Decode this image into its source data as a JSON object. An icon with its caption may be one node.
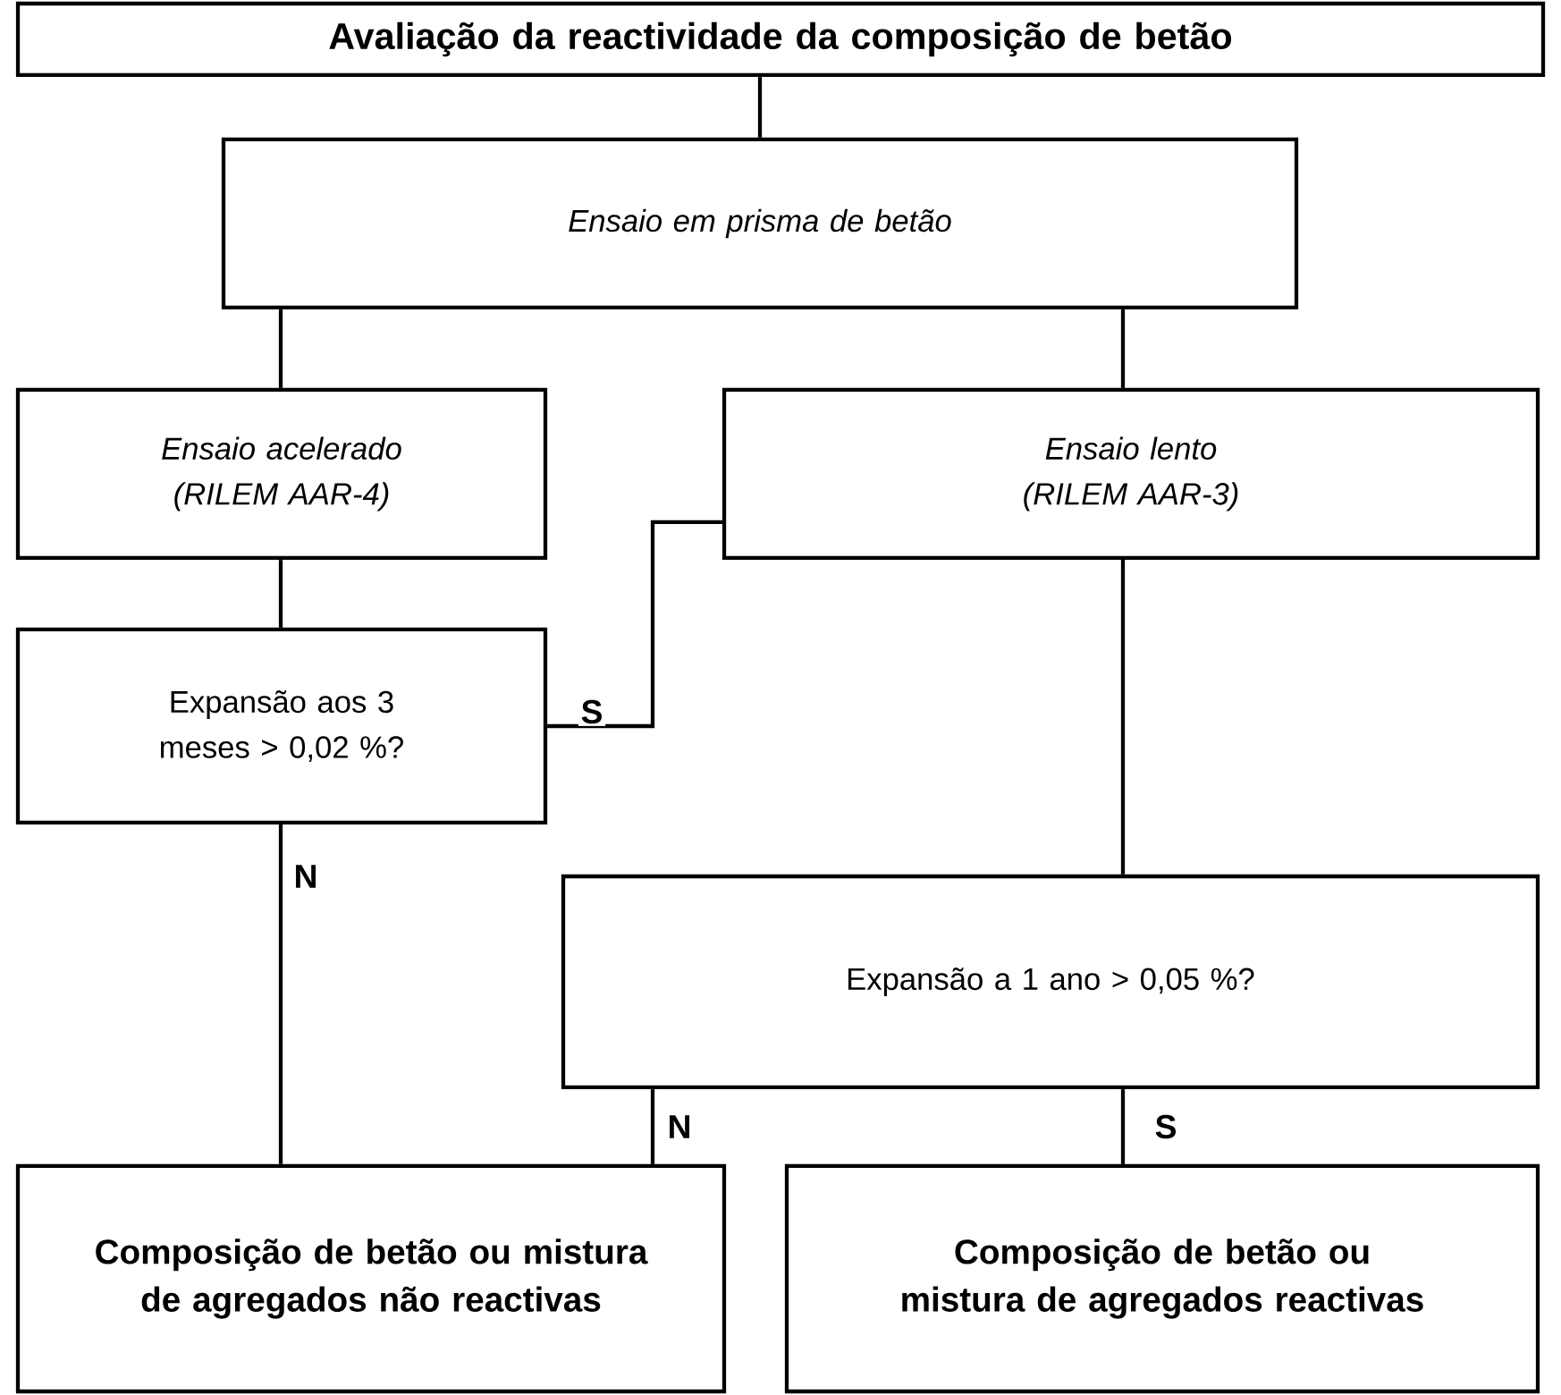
{
  "diagram": {
    "nodes": [
      {
        "text": [
          "Avaliação da reactividade da composição de betão"
        ]
      },
      {
        "text": [
          "Ensaio em prisma de betão"
        ]
      },
      {
        "text": [
          "Ensaio acelerado (RILEM AAR-4)"
        ]
      },
      {
        "text": [
          "Ensaio lento (RILEM AAR-3)"
        ]
      },
      {
        "text": [
          "Expansão aos 3 meses > 0,02 %?"
        ]
      },
      {
        "text": [
          "Expansão a 1 ano > 0,05 %?"
        ]
      },
      {
        "text": [
          "Composição de betão ou mistura de agregados não reactivas"
        ]
      },
      {
        "text": [
          "Composição de betão ou mistura de agregados reactivas"
        ]
      }
    ],
    "edges": [
      {
        "from": 0,
        "to": 1,
        "arrow": "none"
      },
      {
        "from": 1,
        "to": 2,
        "arrow": "none"
      },
      {
        "from": 1,
        "to": 3,
        "arrow": "none"
      },
      {
        "from": 2,
        "to": 4,
        "arrow": "none"
      },
      {
        "from": 4,
        "to": 3,
        "arrow": "none",
        "label": "S"
      },
      {
        "from": 3,
        "to": 5,
        "arrow": "none"
      },
      {
        "from": 4,
        "to": 6,
        "arrow": "none",
        "label": "N"
      },
      {
        "from": 5,
        "to": 6,
        "arrow": "none",
        "label": "N"
      },
      {
        "from": 5,
        "to": 7,
        "arrow": "none",
        "label": "S"
      }
    ]
  }
}
